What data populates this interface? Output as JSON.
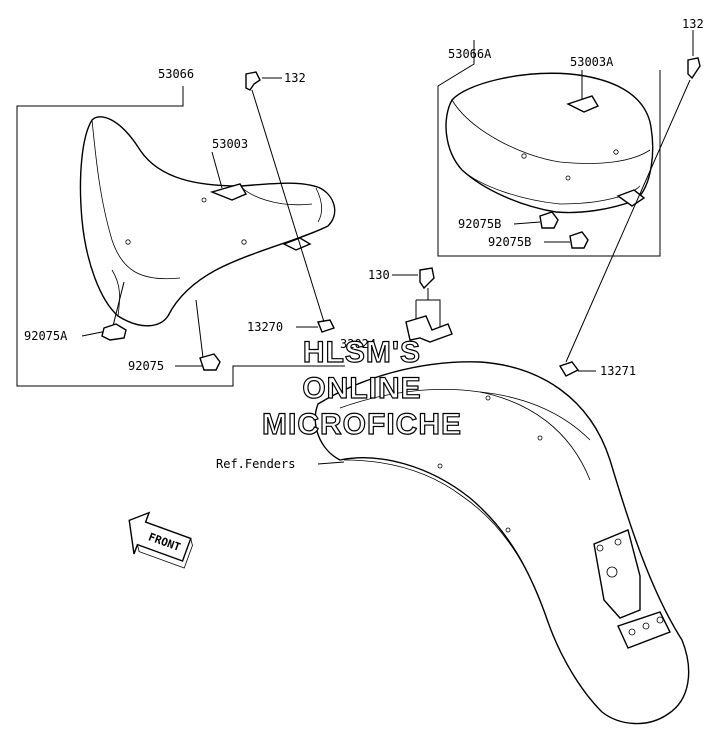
{
  "labels": {
    "p53066": "53066",
    "p53066A": "53066A",
    "p53003": "53003",
    "p53003A": "53003A",
    "p132_left": "132",
    "p132_right": "132",
    "p92075A": "92075A",
    "p92075": "92075",
    "p92075B_1": "92075B",
    "p92075B_2": "92075B",
    "p130": "130",
    "p13270": "13270",
    "p13271": "13271",
    "p32024": "32024",
    "ref_fenders": "Ref.Fenders",
    "front": "FRONT"
  },
  "watermark": {
    "line1": "HLSM'S",
    "line2": "ONLINE",
    "line3": "MICROFICHE"
  }
}
